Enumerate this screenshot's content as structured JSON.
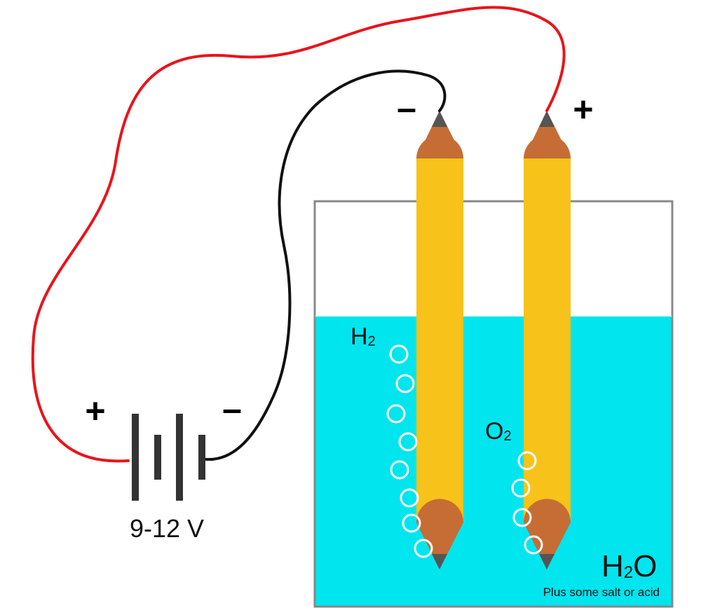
{
  "battery": {
    "voltage_label": "9-12 V",
    "plus_sign": "+",
    "minus_sign": "–"
  },
  "electrodes": {
    "cathode_sign": "–",
    "anode_sign": "+"
  },
  "gases": {
    "hydrogen": {
      "main": "H",
      "sub": "2"
    },
    "oxygen": {
      "main": "O",
      "sub": "2"
    }
  },
  "liquid": {
    "formula": {
      "main": "H",
      "sub": "2",
      "tail": "O"
    },
    "note": "Plus some salt or acid"
  },
  "colors": {
    "positive_wire": "#e8141c",
    "negative_wire": "#111111",
    "water": "#00e5ee",
    "pencil_body": "#f7c21a",
    "pencil_wood": "#c56d34",
    "graphite": "#555555",
    "container_border": "#888888",
    "bubble": "#ffffff"
  }
}
